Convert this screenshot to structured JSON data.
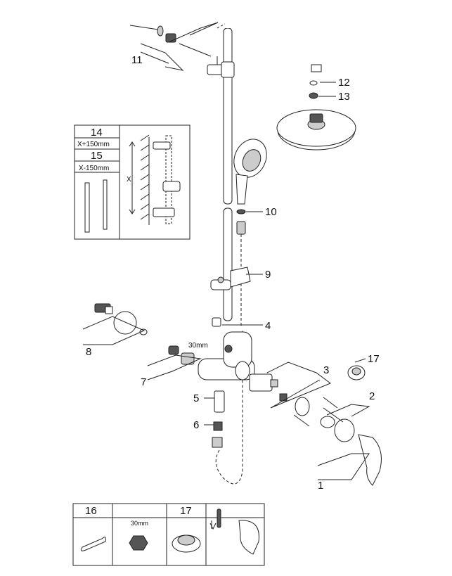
{
  "callouts": {
    "c1": "1",
    "c2": "2",
    "c3": "3",
    "c4": "4",
    "c5": "5",
    "c6": "6",
    "c7": "7",
    "c8": "8",
    "c9": "9",
    "c10": "10",
    "c11": "11",
    "c12": "12",
    "c13": "13",
    "c17": "17"
  },
  "nut_size_label": "30mm",
  "inset_extension": {
    "p14": "14",
    "p14_dim": "X+150mm",
    "p15": "15",
    "p15_dim": "X-150mm",
    "dim_x": "X"
  },
  "tools_box": {
    "p16": "16",
    "nut_size": "30mm",
    "p17": "17"
  }
}
